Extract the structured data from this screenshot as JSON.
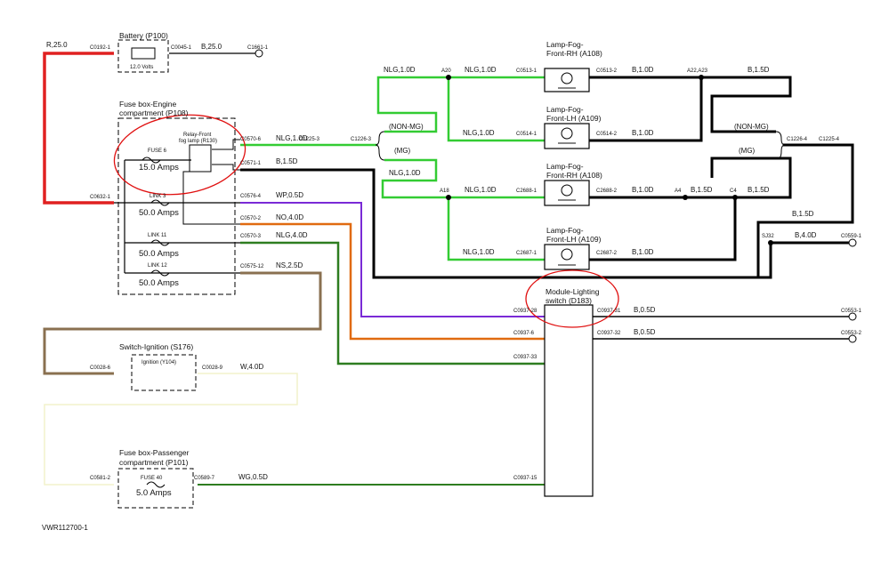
{
  "colors": {
    "red": "#e02020",
    "black": "#000000",
    "green": "#33cc33",
    "dark_green": "#2e7d20",
    "violet": "#7a2ad6",
    "orange": "#e06a10",
    "brown": "#8a7050",
    "white_wire": "#f2f2cc",
    "annotation": "#e01010"
  },
  "battery": {
    "title": "Battery (P100)",
    "voltage": "12.0 Volts",
    "conn_left": "C0192-1",
    "conn_right": "C0045-1",
    "wire_left": "R,25.0",
    "wire_right": "B,25.0",
    "ground": "C1661-1"
  },
  "engine_fusebox": {
    "title_1": "Fuse box-Engine",
    "title_2": "compartment (P108)",
    "relay_1": "Relay-Front",
    "relay_2": "fog lamp (R130)",
    "fuse6": "FUSE 6",
    "fuse6_amps": "15.0 Amps",
    "link3": "LINK 3",
    "link3_amps": "50.0 Amps",
    "link11": "LINK 11",
    "link11_amps": "50.0 Amps",
    "link12": "LINK 12",
    "link12_amps": "50.0 Amps",
    "conn_in": "C0632-1",
    "c0570_6": "C0570-6",
    "c0571_1": "C0571-1",
    "c0576_4": "C0576-4",
    "c0570_2": "C0570-2",
    "c0570_3": "C0570-3",
    "c0575_12": "C0575-12"
  },
  "wires": {
    "nlg10": "NLG,1.0D",
    "b15": "B,1.5D",
    "wp05": "WP,0.5D",
    "no40": "NO,4.0D",
    "nlg40": "NLG,4.0D",
    "ns25": "NS,2.5D",
    "w40": "W,4.0D",
    "wg05": "WG,0.5D",
    "b10": "B,1.0D",
    "b40": "B,4.0D",
    "b05": "B,0.5D"
  },
  "connectors": {
    "c1225_3": "C1225-3",
    "c1226_3": "C1226-3",
    "c1226_4": "C1226-4",
    "c1225_4": "C1225-4",
    "non_mg": "(NON-MG)",
    "mg": "(MG)",
    "a20": "A20",
    "a18": "A18",
    "a22a23": "A22,A23",
    "a4": "A4",
    "c4": "C4",
    "sj32": "SJ32",
    "c0559_1": "C0559-1"
  },
  "lamps": [
    {
      "title_1": "Lamp-Fog-",
      "title_2": "Front-RH (A108)",
      "conn_in": "C0513-1",
      "conn_out": "C0513-2"
    },
    {
      "title_1": "Lamp-Fog-",
      "title_2": "Front-LH (A109)",
      "conn_in": "C0514-1",
      "conn_out": "C0514-2"
    },
    {
      "title_1": "Lamp-Fog-",
      "title_2": "Front-RH (A108)",
      "conn_in": "C2688-1",
      "conn_out": "C2688-2"
    },
    {
      "title_1": "Lamp-Fog-",
      "title_2": "Front-LH (A109)",
      "conn_in": "C2687-1",
      "conn_out": "C2687-2"
    }
  ],
  "module": {
    "title_1": "Module-Lighting",
    "title_2": "switch (D183)",
    "pin28": "C0937-28",
    "pin6": "C0937-6",
    "pin33": "C0937-33",
    "pin15": "C0937-15",
    "pin31": "C0937-31",
    "pin32": "C0937-32",
    "gnd1": "C0553-1",
    "gnd2": "C0553-2"
  },
  "ignition": {
    "title": "Switch-Ignition (S176)",
    "inner": "Ignition (Y104)",
    "conn_left": "C0028-6",
    "conn_right": "C0028-9"
  },
  "passenger_fusebox": {
    "title_1": "Fuse box-Passenger",
    "title_2": "compartment (P101)",
    "fuse40": "FUSE 40",
    "fuse40_amps": "5.0 Amps",
    "conn_left": "C0581-2",
    "conn_right": "C0589-7"
  },
  "drawing_ref": "VWR112700-1"
}
